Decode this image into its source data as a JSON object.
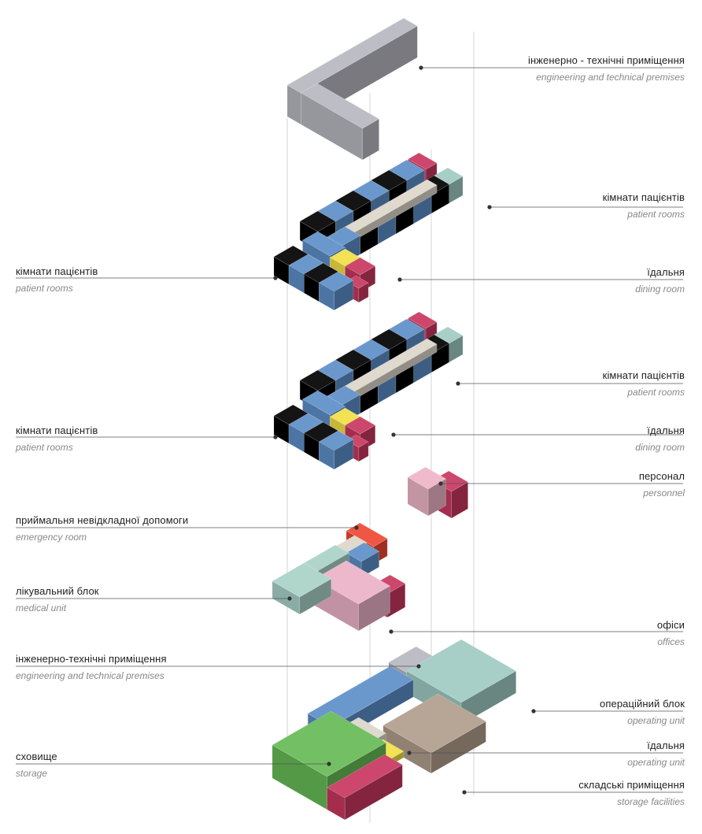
{
  "colors": {
    "engineering": "#b7b8c0",
    "patient_rooms": "#5d8fc8",
    "corridor": "#ddd6ca",
    "dining": "#f1df45",
    "staff": "#c8375e",
    "personnel": "#eeb4c6",
    "emergency": "#ee4834",
    "medical": "#a9d2c8",
    "offices": "#ebb2c8",
    "operating": "#9fcbc2",
    "storage_facilities": "#b19d8c",
    "storage": "#66bb55",
    "leader_line": "#555555",
    "guide_line": "#cfcfcf"
  },
  "labels": {
    "eng_top": {
      "uk": "інженерно - технічні приміщення",
      "en": "engineering and technical premises"
    },
    "l5_rooms_right": {
      "uk": "кімнати пацієнтів",
      "en": "patient rooms"
    },
    "l5_rooms_left": {
      "uk": "кімнати пацієнтів",
      "en": "patient rooms"
    },
    "l5_dining": {
      "uk": "їдальня",
      "en": "dining room"
    },
    "l4_rooms_right": {
      "uk": "кімнати пацієнтів",
      "en": "patient rooms"
    },
    "l4_rooms_left": {
      "uk": "кімнати пацієнтів",
      "en": "patient rooms"
    },
    "l4_dining": {
      "uk": "їдальня",
      "en": "dining room"
    },
    "personnel": {
      "uk": "персонал",
      "en": "personnel"
    },
    "emergency": {
      "uk": "приймальня невідкладної допомоги",
      "en": "emergency room"
    },
    "medical": {
      "uk": "лікувальний блок",
      "en": "medical unit"
    },
    "offices": {
      "uk": "офіси",
      "en": "offices"
    },
    "eng_basement": {
      "uk": "інженерно-технічні приміщення",
      "en": "engineering and technical premises"
    },
    "operating": {
      "uk": "операційний блок",
      "en": "operating unit"
    },
    "ground_dining": {
      "uk": "їдальня",
      "en": "operating unit"
    },
    "storage": {
      "uk": "сховище",
      "en": "storage"
    },
    "storage_facilities": {
      "uk": "складські приміщення",
      "en": "storage facilities"
    }
  }
}
